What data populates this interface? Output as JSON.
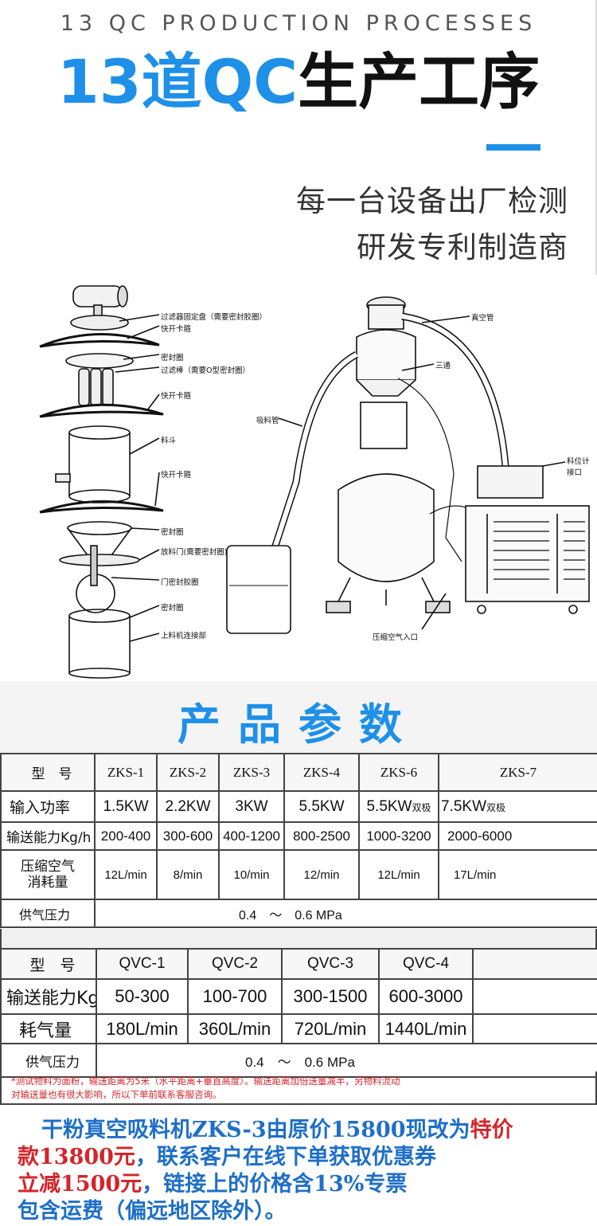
{
  "header": {
    "eyebrow": "13 QC PRODUCTION PROCESSES",
    "headline_blue": "13道QC",
    "headline_dark": "生产工序",
    "tagline_1": "每一台设备出厂检测",
    "tagline_2": "研发专利制造商"
  },
  "diagram": {
    "labels": {
      "filter_plate": "过滤器固定盘（需要密封胶圈）",
      "quick_clamp_1": "快开卡箍",
      "seal_ring_1": "密封圈",
      "filter_rod": "过滤棒（需要O型密封圈）",
      "quick_clamp_2": "快开卡箍",
      "hopper": "料斗",
      "quick_clamp_3": "快开卡箍",
      "seal_ring_2": "密封圈",
      "discharge_door": "放料门(需要密封圈)",
      "door_seal": "门密封胶圈",
      "seal_ring_3": "密封圈",
      "feeder_joint": "上料机连接部",
      "suction_pipe": "吸料管",
      "tee": "三通",
      "vacuum_pipe": "真空管",
      "level_meter": "料位计",
      "level_meter_2": "接口",
      "air_inlet": "压缩空气入口"
    }
  },
  "params_title": "产品参数",
  "table_zks": {
    "header_label": "型　号",
    "models": [
      "ZKS-1",
      "ZKS-2",
      "ZKS-3",
      "ZKS-4",
      "ZKS-6",
      "ZKS-7"
    ],
    "power_label": "输入功率",
    "power": [
      "1.5KW",
      "2.2KW",
      "3KW",
      "5.5KW",
      "5.5KW",
      "7.5KW"
    ],
    "power_suffix": [
      "",
      "",
      "",
      "",
      "双极",
      "双极"
    ],
    "capacity_label": "输送能力Kg/h",
    "capacity": [
      "200-400",
      "300-600",
      "400-1200",
      "800-2500",
      "1000-3200",
      "2000-6000"
    ],
    "air_label_1": "压缩空气",
    "air_label_2": "消耗量",
    "air": [
      "12L/min",
      "8/min",
      "10/min",
      "12/min",
      "12L/min",
      "17L/min"
    ],
    "pressure_label": "供气压力",
    "pressure": "0.4　～　0.6 MPa"
  },
  "table_qvc": {
    "header_label": "型　号",
    "models": [
      "QVC-1",
      "QVC-2",
      "QVC-3",
      "QVC-4"
    ],
    "capacity_label": "输送能力Kg/h",
    "capacity": [
      "50-300",
      "100-700",
      "300-1500",
      "600-3000"
    ],
    "air_label": "耗气量",
    "air": [
      "180L/min",
      "360L/min",
      "720L/min",
      "1440L/min"
    ],
    "pressure_label": "供气压力",
    "pressure": "0.4　～　0.6 MPa"
  },
  "note_1": "*测试物料为面粉，输送距离为5米（水平距离+垂直高度）。输送距离加倍送量减半，另物料流动",
  "note_2": "对输送量也有很大影响，所以下单前联系客服咨询。",
  "promo": {
    "line1_a": "干粉真空吸料机ZKS-3由原价15800现改为",
    "line1_b": "特价",
    "line2_a": "款13800元",
    "line2_b": "，联系客户在线下单获取优惠券",
    "line3_a": "立减1500元",
    "line3_b": "，链接上的价格含13%专票",
    "line4": "包含运费（偏远地区除外）。"
  },
  "colors": {
    "accent_blue": "#1e90e8",
    "promo_blue": "#1e6fc8",
    "red": "#d4242b"
  }
}
